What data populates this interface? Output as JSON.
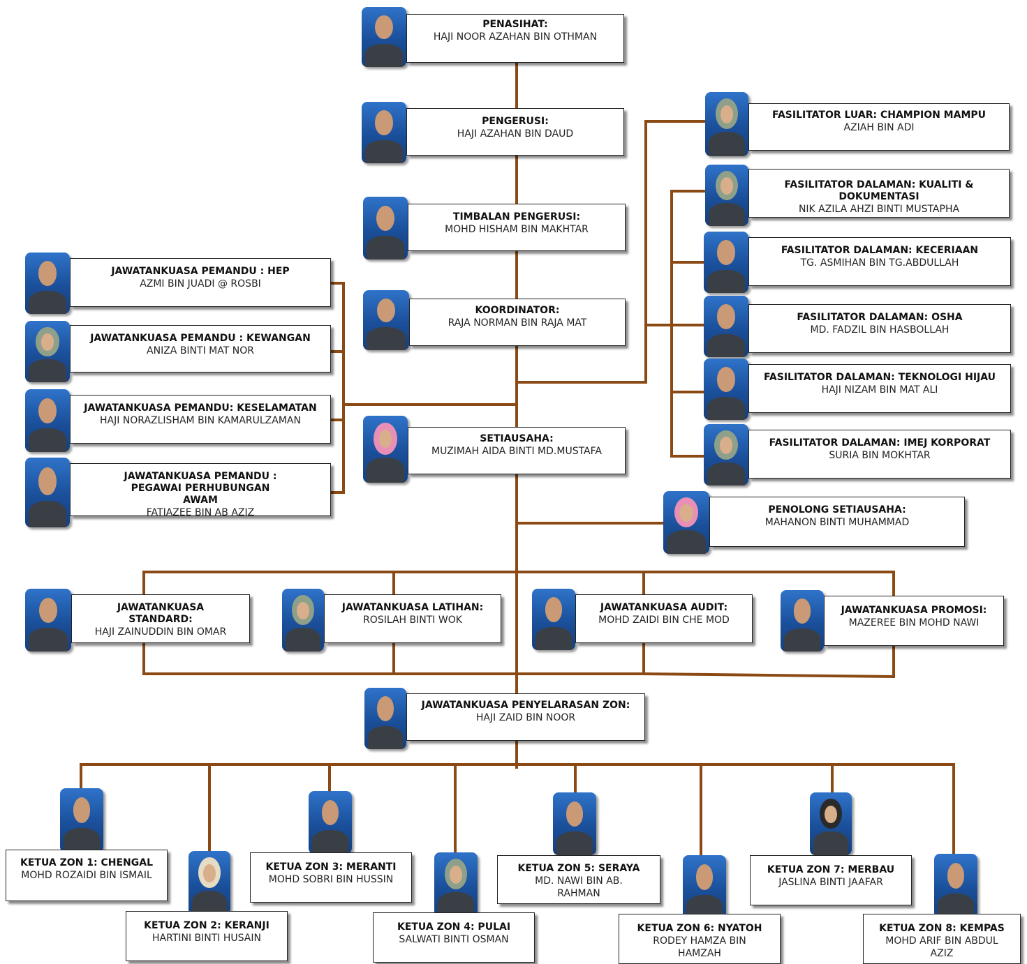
{
  "line_color": "#8b4a14",
  "photo_bg": "#2f73c9",
  "nodes": {
    "penasihat": {
      "title": "PENASIHAT:",
      "name": "HAJI NOOR AZAHAN BIN OTHMAN"
    },
    "pengerusi": {
      "title": "PENGERUSI:",
      "name": "HAJI AZAHAN BIN DAUD"
    },
    "timbalan": {
      "title": "TIMBALAN PENGERUSI:",
      "name": "MOHD HISHAM BIN MAKHTAR"
    },
    "koordinator": {
      "title": "KOORDINATOR:",
      "name": "RAJA NORMAN BIN RAJA MAT"
    },
    "setiausaha": {
      "title": "SETIAUSAHA:",
      "name": "MUZIMAH AIDA BINTI MD.MUSTAFA"
    },
    "penolong": {
      "title": "PENOLONG SETIAUSAHA:",
      "name": "MAHANON BINTI MUHAMMAD"
    },
    "hep": {
      "title": "JAWATANKUASA PEMANDU : HEP",
      "name": "AZMI BIN JUADI @ ROSBI"
    },
    "kewangan": {
      "title": "JAWATANKUASA PEMANDU : KEWANGAN",
      "name": "ANIZA BINTI MAT NOR"
    },
    "keselamatan": {
      "title": "JAWATANKUASA PEMANDU: KESELAMATAN",
      "name": "HAJI NORAZLISHAM BIN KAMARULZAMAN"
    },
    "pra": {
      "title": "JAWATANKUASA PEMANDU : PEGAWAI PERHUBUNGAN AWAM",
      "name": "FATIAZEE BIN AB AZIZ"
    },
    "fas_luar": {
      "title": "FASILITATOR LUAR: CHAMPION MAMPU",
      "name": "AZIAH BIN ADI"
    },
    "fas_kualiti": {
      "title": "FASILITATOR DALAMAN: KUALITI & DOKUMENTASI",
      "name": "NIK AZILA AHZI BINTI MUSTAPHA"
    },
    "fas_keceriaan": {
      "title": "FASILITATOR DALAMAN: KECERIAAN",
      "name": "TG. ASMIHAN BIN TG.ABDULLAH"
    },
    "fas_osha": {
      "title": "FASILITATOR DALAMAN: OSHA",
      "name": "MD. FADZIL BIN HASBOLLAH"
    },
    "fas_hijau": {
      "title": "FASILITATOR DALAMAN: TEKNOLOGI HIJAU",
      "name": "HAJI NIZAM BIN MAT ALI"
    },
    "fas_imej": {
      "title": "FASILITATOR DALAMAN: IMEJ KORPORAT",
      "name": "SURIA BIN MOKHTAR"
    },
    "standard": {
      "title": "JAWATANKUASA STANDARD:",
      "name": "HAJI ZAINUDDIN BIN OMAR"
    },
    "latihan": {
      "title": "JAWATANKUASA LATIHAN:",
      "name": "ROSILAH BINTI WOK"
    },
    "audit": {
      "title": "JAWATANKUASA AUDIT:",
      "name": "MOHD ZAIDI BIN CHE MOD"
    },
    "promosi": {
      "title": "JAWATANKUASA PROMOSI:",
      "name": "MAZEREE BIN MOHD NAWI"
    },
    "zon": {
      "title": "JAWATANKUASA PENYELARASAN ZON:",
      "name": "HAJI ZAID BIN NOOR"
    },
    "z1": {
      "title": "KETUA ZON 1: CHENGAL",
      "name": "MOHD ROZAIDI BIN ISMAIL"
    },
    "z2": {
      "title": "KETUA ZON 2: KERANJI",
      "name": "HARTINI BINTI HUSAIN"
    },
    "z3": {
      "title": "KETUA ZON 3: MERANTI",
      "name": "MOHD SOBRI BIN HUSSIN"
    },
    "z4": {
      "title": "KETUA ZON 4: PULAI",
      "name": "SALWATI BINTI OSMAN"
    },
    "z5": {
      "title": "KETUA ZON 5: SERAYA",
      "name": "MD. NAWI BIN AB. RAHMAN"
    },
    "z6": {
      "title": "KETUA ZON 6: NYATOH",
      "name": "RODEY HAMZA BIN HAMZAH"
    },
    "z7": {
      "title": "KETUA ZON 7: MERBAU",
      "name": "JASLINA BINTI JAAFAR"
    },
    "z8": {
      "title": "KETUA ZON 8: KEMPAS",
      "name": "MOHD ARIF BIN ABDUL AZIZ"
    }
  }
}
